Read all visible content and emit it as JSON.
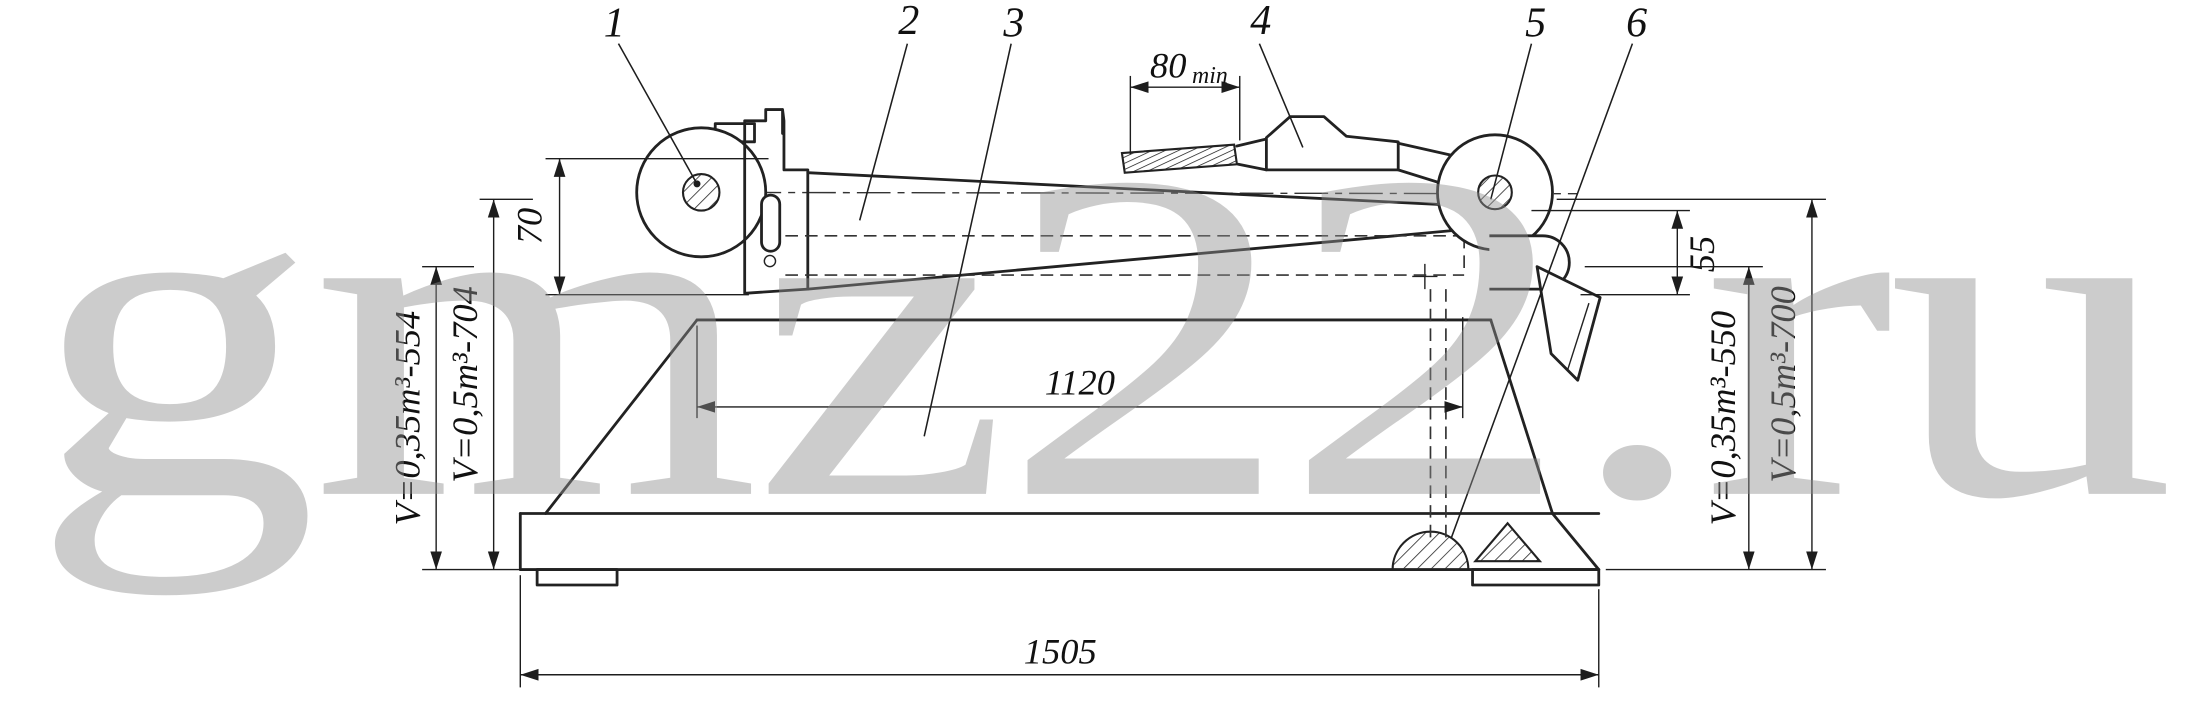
{
  "watermark": "gmz22.ru",
  "callouts": {
    "c1": "1",
    "c2": "2",
    "c3": "3",
    "c4": "4",
    "c5": "5",
    "c6": "6"
  },
  "dimensions": {
    "grip_length": "80",
    "grip_length_suffix": "min",
    "left_hub_offset": "70",
    "left_height_small": "V=0,35m³-554",
    "left_height_large": "V=0,5m³-704",
    "right_drop": "55",
    "right_height_small": "V=0,35m³-550",
    "right_height_large": "V=0,5m³-700",
    "arm_span": "1120",
    "base_length": "1505"
  }
}
